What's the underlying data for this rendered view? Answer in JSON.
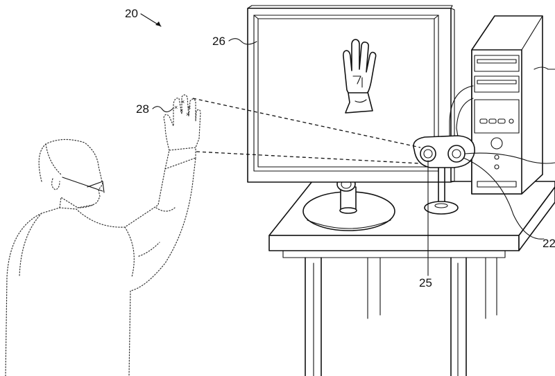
{
  "figure": {
    "ref_20": "20",
    "ref_26": "26",
    "ref_28": "28",
    "ref_22": "22",
    "ref_25": "25"
  }
}
